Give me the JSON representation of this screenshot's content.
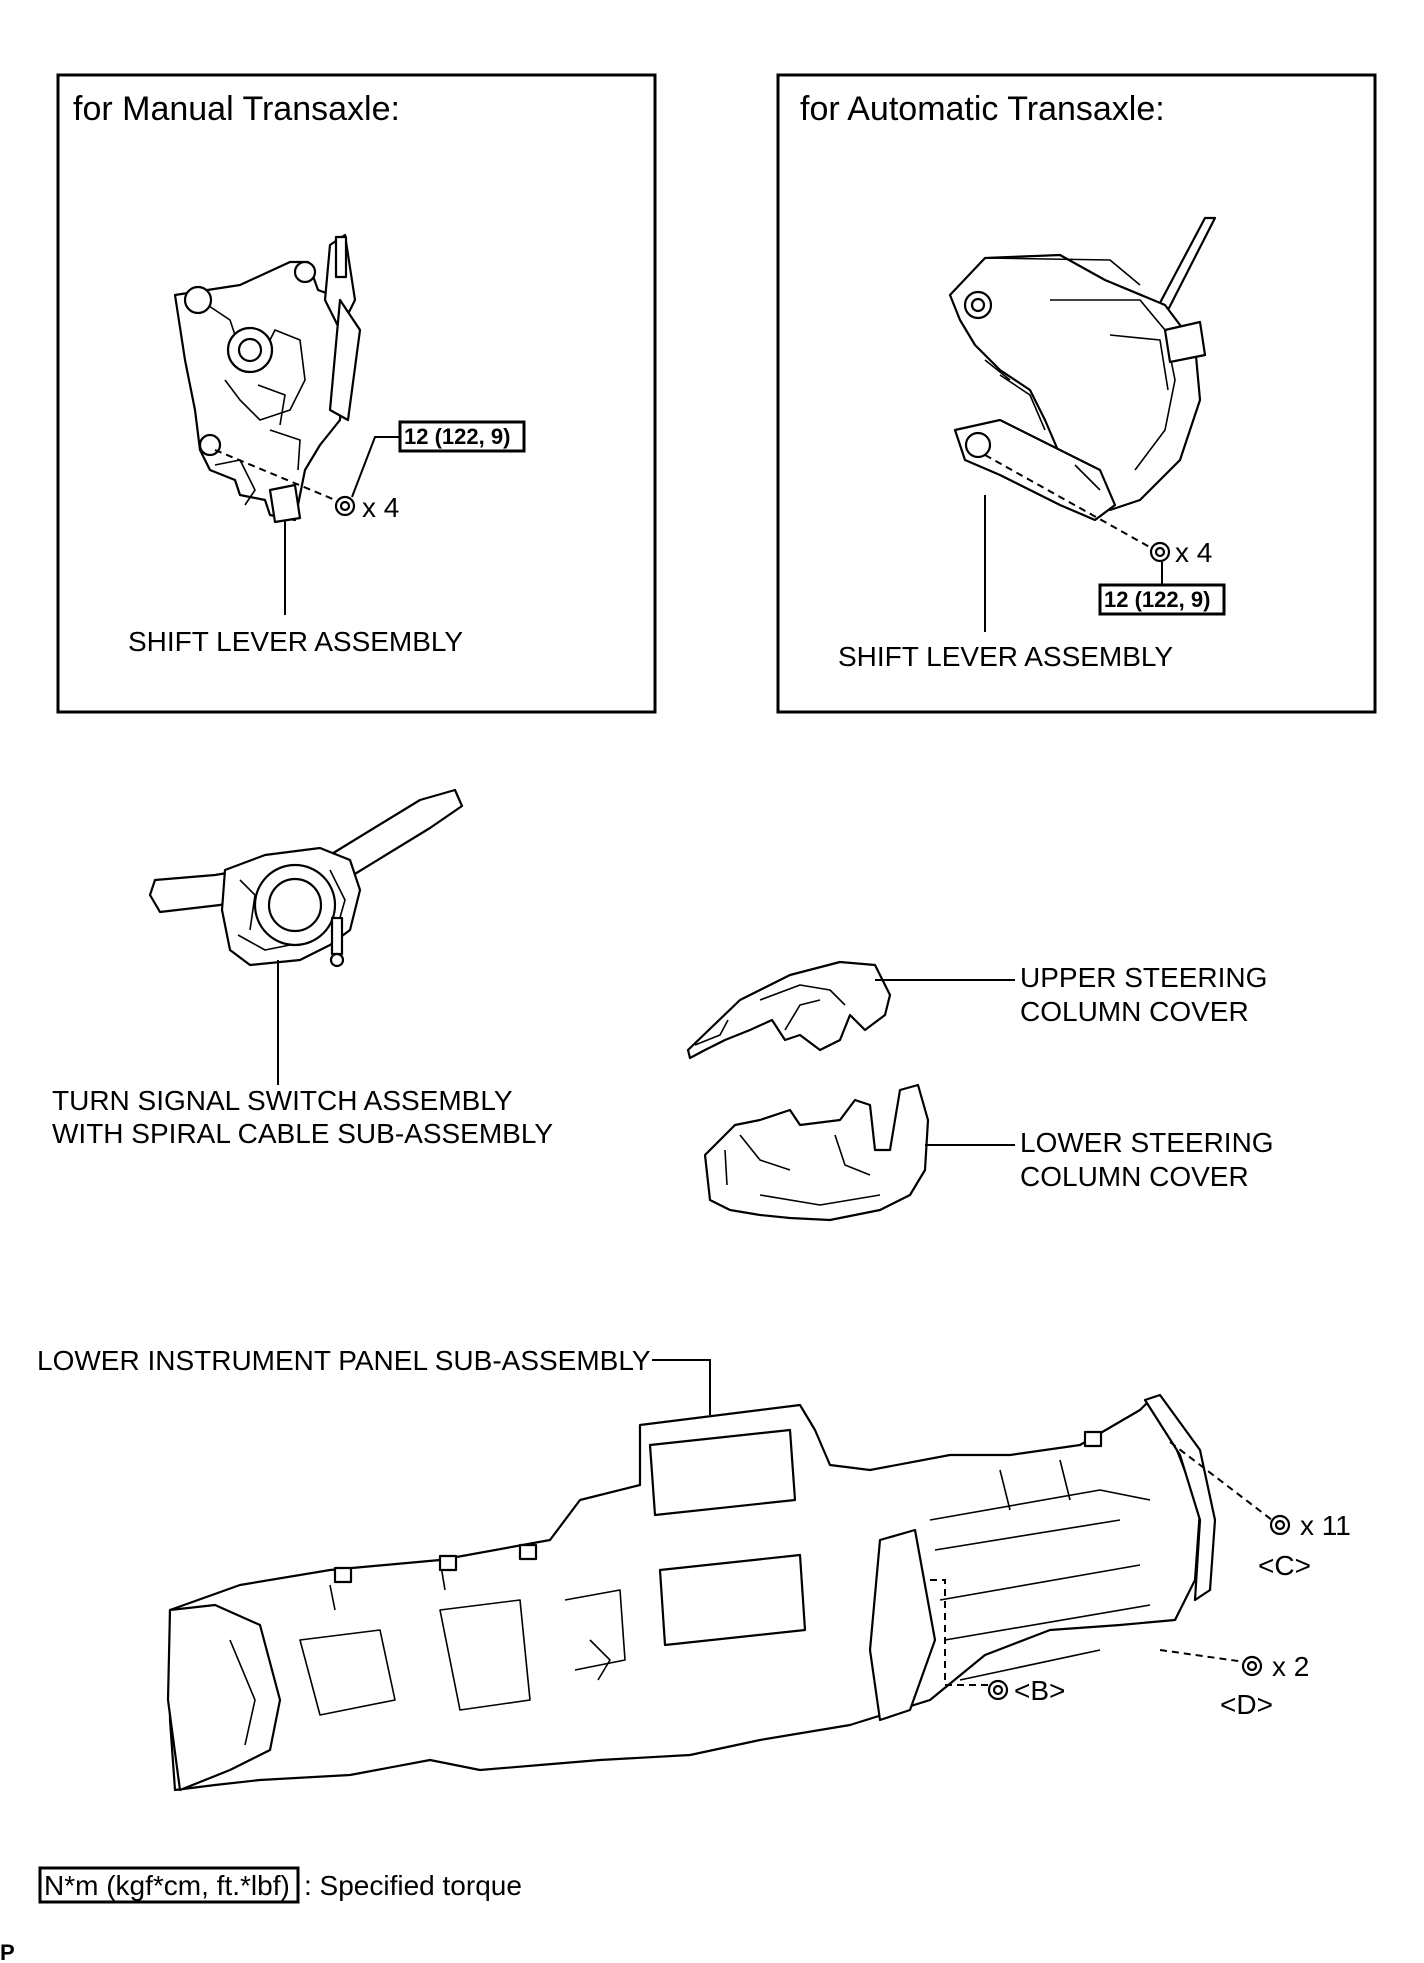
{
  "manual_panel": {
    "title": "for Manual Transaxle:",
    "torque": "12 (122, 9)",
    "qty": "x 4",
    "part_label": "SHIFT LEVER ASSEMBLY"
  },
  "automatic_panel": {
    "title": "for Automatic Transaxle:",
    "torque": "12 (122, 9)",
    "qty": "x 4",
    "part_label": "SHIFT LEVER ASSEMBLY"
  },
  "turn_signal": {
    "line1": "TURN SIGNAL SWITCH ASSEMBLY",
    "line2": "WITH SPIRAL CABLE SUB-ASSEMBLY"
  },
  "upper_cover": {
    "line1": "UPPER STEERING",
    "line2": "COLUMN COVER"
  },
  "lower_cover": {
    "line1": "LOWER STEERING",
    "line2": "COLUMN COVER"
  },
  "instrument_panel": {
    "label": "LOWER INSTRUMENT PANEL SUB-ASSEMBLY",
    "fastener_c_qty": "x 11",
    "fastener_c_tag": "<C>",
    "fastener_d_qty": "x 2",
    "fastener_d_tag": "<D>",
    "fastener_b_tag": "<B>"
  },
  "legend": {
    "unit_box": "N*m (kgf*cm, ft.*lbf)",
    "desc": ": Specified torque"
  },
  "corner_mark": "P"
}
